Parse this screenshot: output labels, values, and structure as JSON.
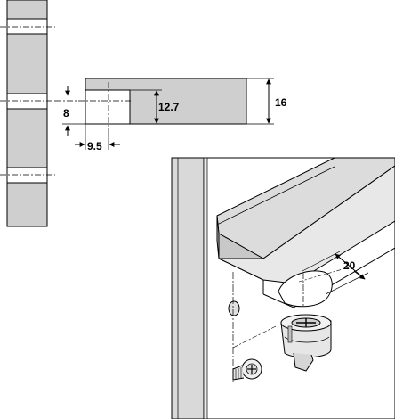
{
  "dimensions": {
    "hole_offset": "8",
    "edge_distance": "9.5",
    "bore_depth": "12.7",
    "panel_thickness": "16",
    "cam_diameter": "20"
  },
  "colors": {
    "panel_fill": "#cfcfcf",
    "line": "#000000",
    "background": "#ffffff"
  }
}
